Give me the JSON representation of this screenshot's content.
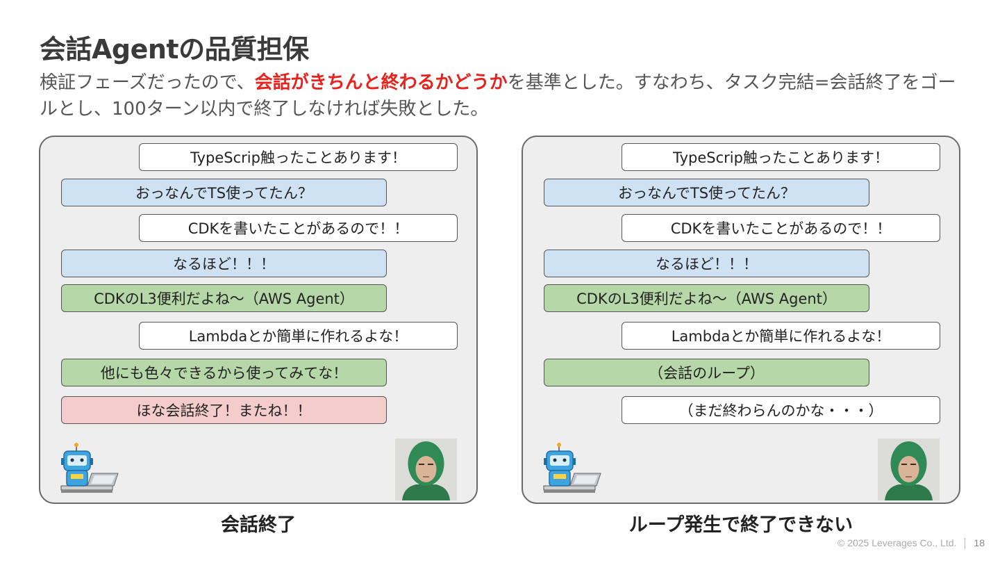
{
  "slide": {
    "title": "会話Agentの品質担保",
    "desc_before": "検証フェーズだったので、",
    "desc_highlight": "会話がきちんと終わるかどうか",
    "desc_after": "を基準とした。すなわち、タスク完結=会話終了をゴールとし、100ターン以内で終了しなければ失敗とした。",
    "highlight_color": "#e8221c"
  },
  "left_panel": {
    "caption": "会話終了",
    "messages": [
      "TypeScrip触ったことあります！",
      "おっなんでTS使ってたん？",
      "CDKを書いたことがあるので！！",
      "なるほど！！！",
      "CDKのL3便利だよね〜（AWS Agent）",
      "Lambdaとか簡単に作れるよな！",
      "他にも色々できるから使ってみてな！",
      "ほな会話終了！またね！！"
    ]
  },
  "right_panel": {
    "caption": "ループ発生で終了できない",
    "messages": [
      "TypeScrip触ったことあります！",
      "おっなんでTS使ってたん？",
      "CDKを書いたことがあるので！！",
      "なるほど！！！",
      "CDKのL3便利だよね〜（AWS Agent）",
      "Lambdaとか簡単に作れるよな！",
      "（会話のループ）",
      "（まだ終わらんのかな・・・）"
    ]
  },
  "colors": {
    "user_bubble": "#ffffff",
    "ai_bubble": "#cfe2f3",
    "aws_bubble": "#b6d7a8",
    "end_bubble": "#f4cccc"
  },
  "icons": [
    "robot-icon",
    "person-photo"
  ],
  "footer": {
    "copyright": "© 2025 Leverages Co., Ltd.",
    "page": "18"
  }
}
